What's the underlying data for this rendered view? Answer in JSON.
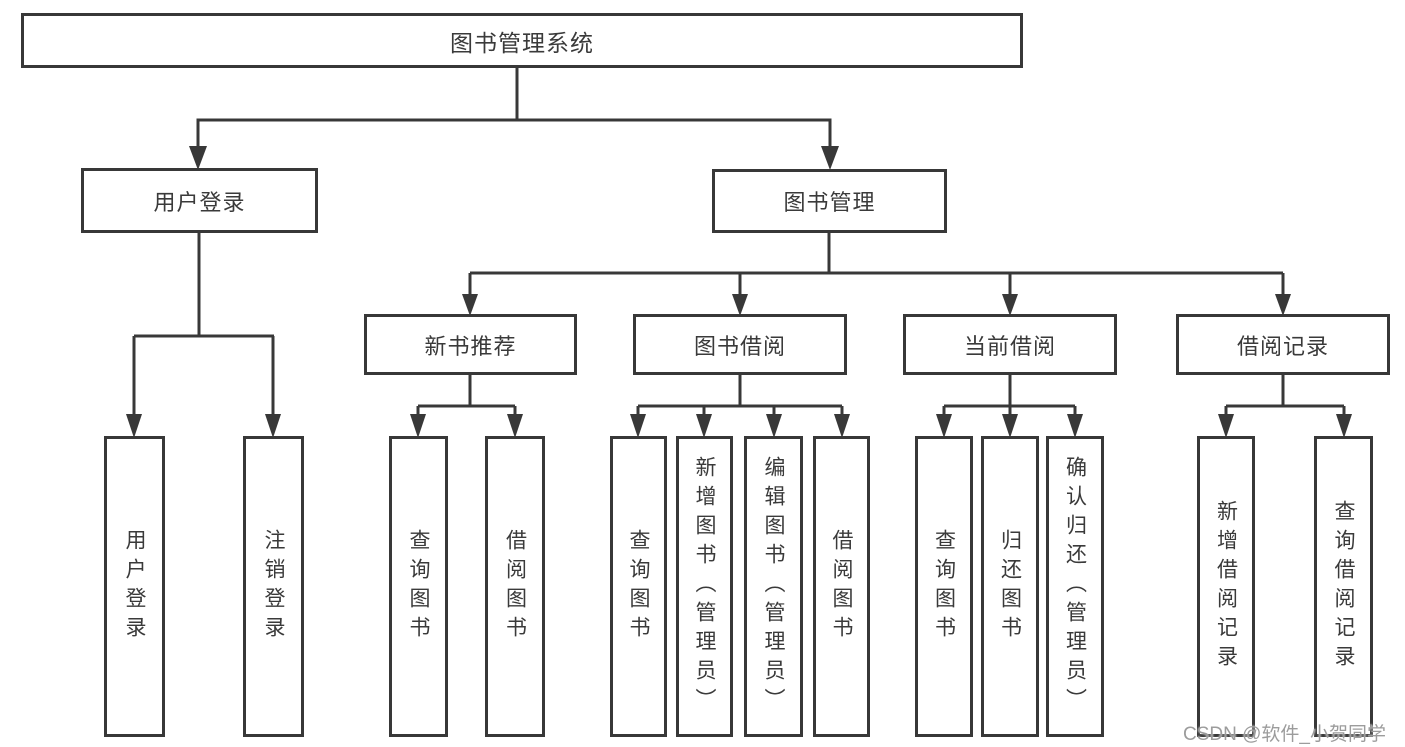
{
  "title": "图书管理系统",
  "watermark": {
    "text": "CSDN @软件_小贺同学"
  },
  "colors": {
    "line": "#383838",
    "text": "#3a3a3a",
    "background": "#ffffff",
    "watermark_text": "#9c9c9c"
  },
  "tree": {
    "label": "图书管理系统",
    "children": [
      {
        "label": "用户登录",
        "children": [
          {
            "label": "用户登录"
          },
          {
            "label": "注销登录"
          }
        ]
      },
      {
        "label": "图书管理",
        "children": [
          {
            "label": "新书推荐",
            "children": [
              {
                "label": "查询图书"
              },
              {
                "label": "借阅图书"
              }
            ]
          },
          {
            "label": "图书借阅",
            "children": [
              {
                "label": "查询图书"
              },
              {
                "label": "新增图书（管理员）"
              },
              {
                "label": "编辑图书（管理员）"
              },
              {
                "label": "借阅图书"
              }
            ]
          },
          {
            "label": "当前借阅",
            "children": [
              {
                "label": "查询图书"
              },
              {
                "label": "归还图书"
              },
              {
                "label": "确认归还（管理员）"
              }
            ]
          },
          {
            "label": "借阅记录",
            "children": [
              {
                "label": "新增借阅记录"
              },
              {
                "label": "查询借阅记录"
              }
            ]
          }
        ]
      }
    ]
  }
}
